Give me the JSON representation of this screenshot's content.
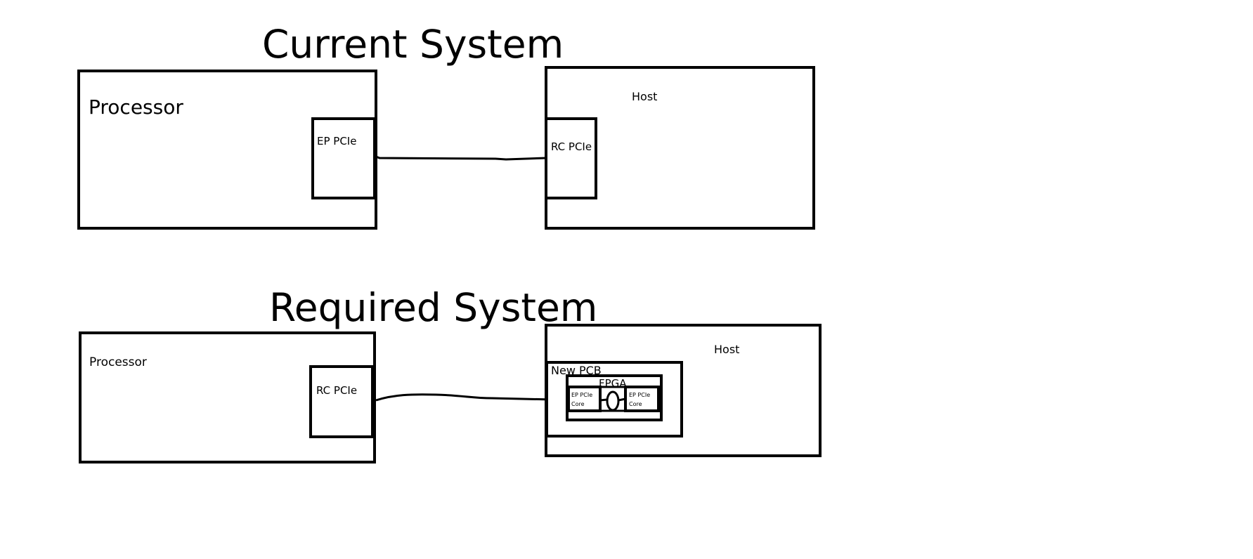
{
  "current": {
    "title": "Current System",
    "processor_label": "Processor",
    "ep_pcie_label": "EP PCIe",
    "host_label": "Host",
    "rc_pcie_label": "RC PCIe"
  },
  "required": {
    "title": "Required System",
    "processor_label": "Processor",
    "rc_pcie_label": "RC PCIe",
    "host_label": "Host",
    "new_pcb_label": "New PCB",
    "fpga_label": "FPGA",
    "left_core_line1": "EP PCIe",
    "left_core_line2": "Core",
    "right_core_line1": "EP PCIe",
    "right_core_line2": "Core"
  }
}
